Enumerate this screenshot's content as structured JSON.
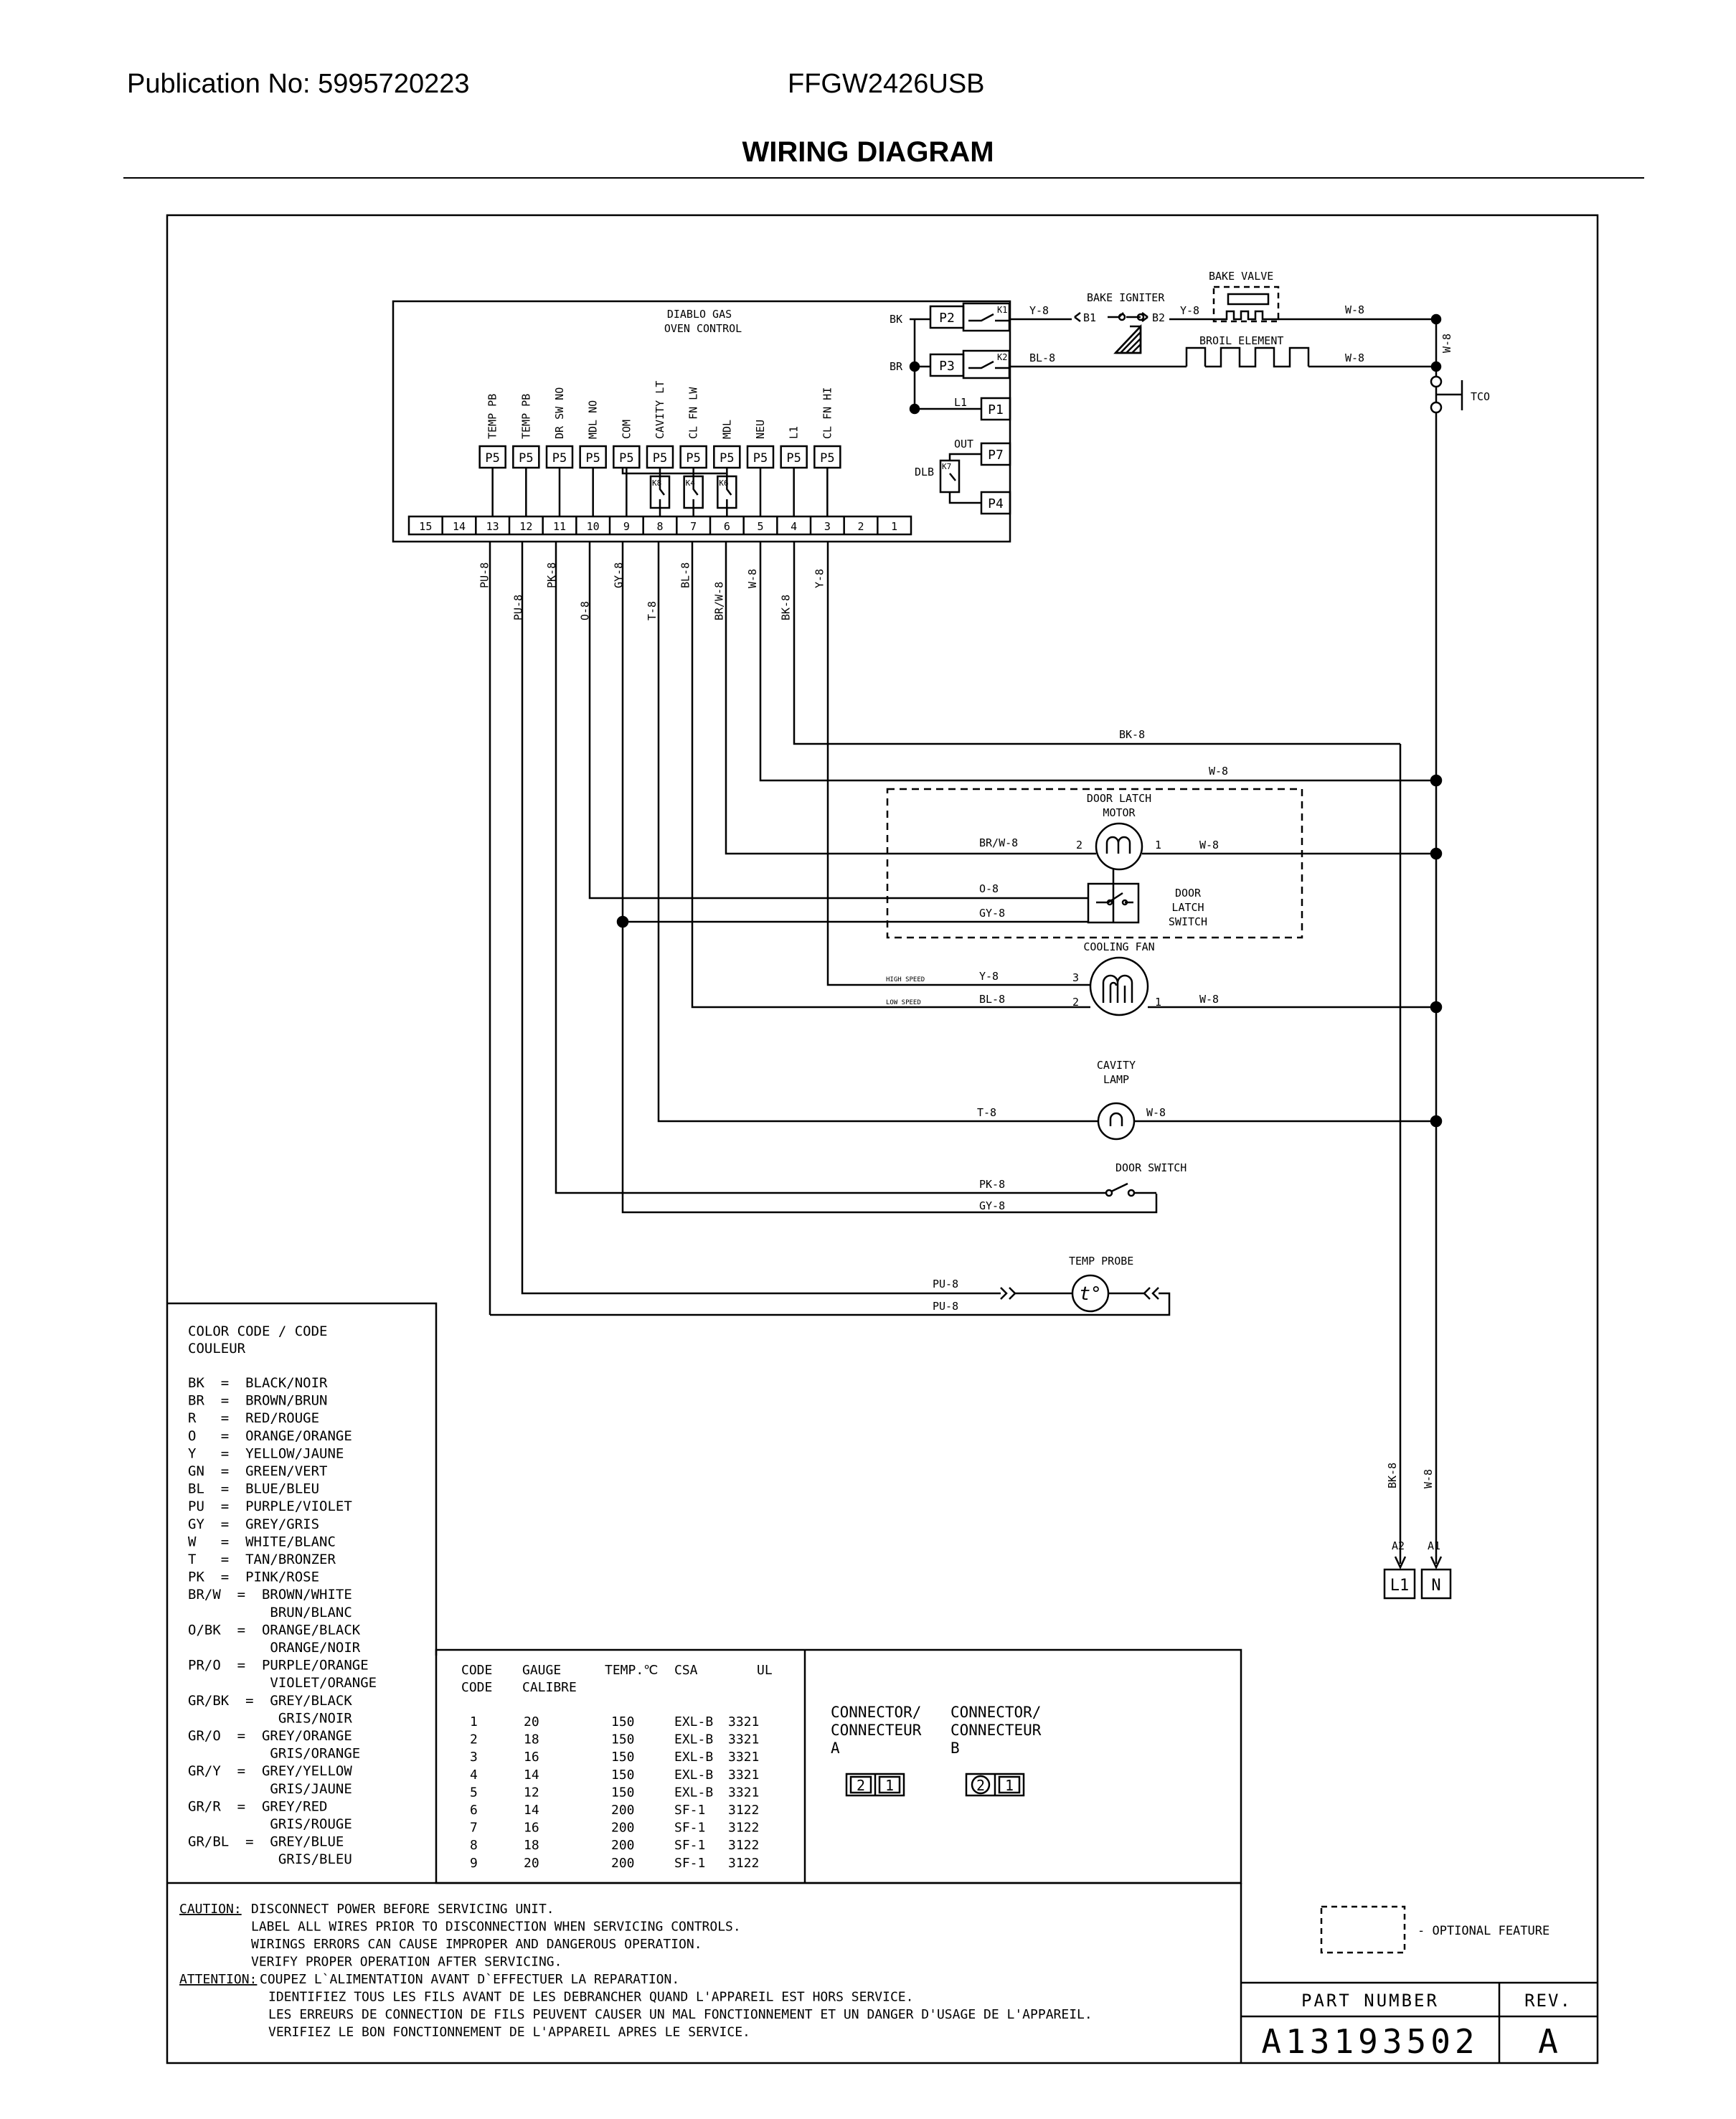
{
  "header": {
    "publication": "Publication No: 5995720223",
    "model": "FFGW2426USB",
    "title": "WIRING DIAGRAM"
  },
  "control": {
    "name_line1": "DIABLO GAS",
    "name_line2": "OVEN CONTROL",
    "relays": [
      {
        "pin": "P2",
        "wire": "BK",
        "relay": "K1"
      },
      {
        "pin": "P3",
        "wire": "BR",
        "relay": "K2"
      },
      {
        "pin": "P1",
        "wire": "L1"
      },
      {
        "pin": "P7",
        "wire": "OUT"
      },
      {
        "pin": "P4"
      }
    ],
    "dlb_label": "DLB",
    "dlb_relay": "K7",
    "p5_pins": [
      {
        "name": "TEMP PB",
        "num": "13",
        "wire": "PU-8"
      },
      {
        "name": "TEMP PB",
        "num": "12",
        "wire": "PU-8"
      },
      {
        "name": "DR SW NO",
        "num": "11",
        "wire": "PK-8"
      },
      {
        "name": "MDL NO",
        "num": "10",
        "wire": "O-8"
      },
      {
        "name": "COM",
        "num": "9",
        "wire": "GY-8"
      },
      {
        "name": "CAVITY LT",
        "num": "8",
        "wire": "T-8",
        "relay": "K8"
      },
      {
        "name": "CL FN LW",
        "num": "7",
        "wire": "BL-8",
        "relay": "K4"
      },
      {
        "name": "MDL",
        "num": "6",
        "wire": "BR/W-8",
        "relay": "K6"
      },
      {
        "name": "NEU",
        "num": "5",
        "wire": "W-8"
      },
      {
        "name": "L1",
        "num": "4",
        "wire": "BK-8"
      },
      {
        "name": "CL FN HI",
        "num": "3",
        "wire": "Y-8"
      }
    ],
    "p5_label": "P5",
    "terminal_numbers": [
      "15",
      "14",
      "13",
      "12",
      "11",
      "10",
      "9",
      "8",
      "7",
      "6",
      "5",
      "4",
      "3",
      "2",
      "1"
    ]
  },
  "components": {
    "bake_igniter": "BAKE IGNITER",
    "b1": "B1",
    "b2": "B2",
    "bake_valve": "BAKE VALVE",
    "broil_element": "BROIL ELEMENT",
    "tco": "TCO",
    "door_latch_motor_1": "DOOR LATCH",
    "door_latch_motor_2": "MOTOR",
    "door_latch_switch_1": "DOOR",
    "door_latch_switch_2": "LATCH",
    "door_latch_switch_3": "SWITCH",
    "cooling_fan": "COOLING FAN",
    "high_speed": "HIGH SPEED",
    "low_speed": "LOW SPEED",
    "cavity_lamp_1": "CAVITY",
    "cavity_lamp_2": "LAMP",
    "door_switch": "DOOR SWITCH",
    "temp_probe": "TEMP PROBE",
    "probe_symbol": "t°",
    "pin_1": "1",
    "pin_2": "2",
    "pin_3": "3"
  },
  "wires": {
    "y8": "Y-8",
    "w8": "W-8",
    "bl8": "BL-8",
    "bk8": "BK-8",
    "brw8": "BR/W-8",
    "o8": "O-8",
    "gy8": "GY-8",
    "t8": "T-8",
    "pk8": "PK-8",
    "pu8": "PU-8"
  },
  "supply": {
    "a2": "A2",
    "a1": "A1",
    "l1": "L1",
    "n": "N"
  },
  "color_code": {
    "title_1": "COLOR CODE / CODE",
    "title_2": "COULEUR",
    "lines": [
      "BK  =  BLACK/NOIR",
      "BR  =  BROWN/BRUN",
      "R   =  RED/ROUGE",
      "O   =  ORANGE/ORANGE",
      "Y   =  YELLOW/JAUNE",
      "GN  =  GREEN/VERT",
      "BL  =  BLUE/BLEU",
      "PU  =  PURPLE/VIOLET",
      "GY  =  GREY/GRIS",
      "W   =  WHITE/BLANC",
      "T   =  TAN/BRONZER",
      "PK  =  PINK/ROSE",
      "BR/W  =  BROWN/WHITE",
      "          BRUN/BLANC",
      "O/BK  =  ORANGE/BLACK",
      "          ORANGE/NOIR",
      "PR/O  =  PURPLE/ORANGE",
      "          VIOLET/ORANGE",
      "GR/BK  =  GREY/BLACK",
      "           GRIS/NOIR",
      "GR/O  =  GREY/ORANGE",
      "          GRIS/ORANGE",
      "GR/Y  =  GREY/YELLOW",
      "          GRIS/JAUNE",
      "GR/R  =  GREY/RED",
      "          GRIS/ROUGE",
      "GR/BL  =  GREY/BLUE",
      "           GRIS/BLEU"
    ]
  },
  "gauge_table": {
    "headers_1": [
      "CODE",
      "GAUGE",
      "TEMP.℃",
      "CSA",
      "UL"
    ],
    "headers_2": [
      "CODE",
      "CALIBRE"
    ],
    "rows": [
      [
        "1",
        "20",
        "150",
        "EXL-B",
        "3321"
      ],
      [
        "2",
        "18",
        "150",
        "EXL-B",
        "3321"
      ],
      [
        "3",
        "16",
        "150",
        "EXL-B",
        "3321"
      ],
      [
        "4",
        "14",
        "150",
        "EXL-B",
        "3321"
      ],
      [
        "5",
        "12",
        "150",
        "EXL-B",
        "3321"
      ],
      [
        "6",
        "14",
        "200",
        "SF-1",
        "3122"
      ],
      [
        "7",
        "16",
        "200",
        "SF-1",
        "3122"
      ],
      [
        "8",
        "18",
        "200",
        "SF-1",
        "3122"
      ],
      [
        "9",
        "20",
        "200",
        "SF-1",
        "3122"
      ]
    ]
  },
  "connectors": {
    "a_1": "CONNECTOR/",
    "a_2": "CONNECTEUR",
    "a_3": "A",
    "b_1": "CONNECTOR/",
    "b_2": "CONNECTEUR",
    "b_3": "B",
    "n2": "2",
    "n1": "1"
  },
  "caution": {
    "caution_label": "CAUTION:",
    "caution_lines": [
      "DISCONNECT POWER BEFORE SERVICING UNIT.",
      "LABEL ALL WIRES PRIOR TO DISCONNECTION WHEN SERVICING CONTROLS.",
      "WIRINGS ERRORS CAN CAUSE IMPROPER AND DANGEROUS OPERATION.",
      "VERIFY PROPER OPERATION AFTER SERVICING."
    ],
    "attention_label": "ATTENTION:",
    "attention_lines": [
      "COUPEZ L`ALIMENTATION AVANT D`EFFECTUER LA REPARATION.",
      "IDENTIFIEZ TOUS LES FILS AVANT DE LES DEBRANCHER QUAND L'APPAREIL EST HORS SERVICE.",
      "LES ERREURS DE CONNECTION DE FILS PEUVENT CAUSER UN MAL FONCTIONNEMENT ET UN DANGER D'USAGE DE L'APPAREIL.",
      "VERIFIEZ LE BON FONCTIONNEMENT DE L'APPAREIL APRES LE SERVICE."
    ]
  },
  "legend": {
    "optional_feature": "- OPTIONAL FEATURE"
  },
  "title_block": {
    "part_number_label": "PART NUMBER",
    "rev_label": "REV.",
    "part_number": "A13193502",
    "rev": "A"
  }
}
